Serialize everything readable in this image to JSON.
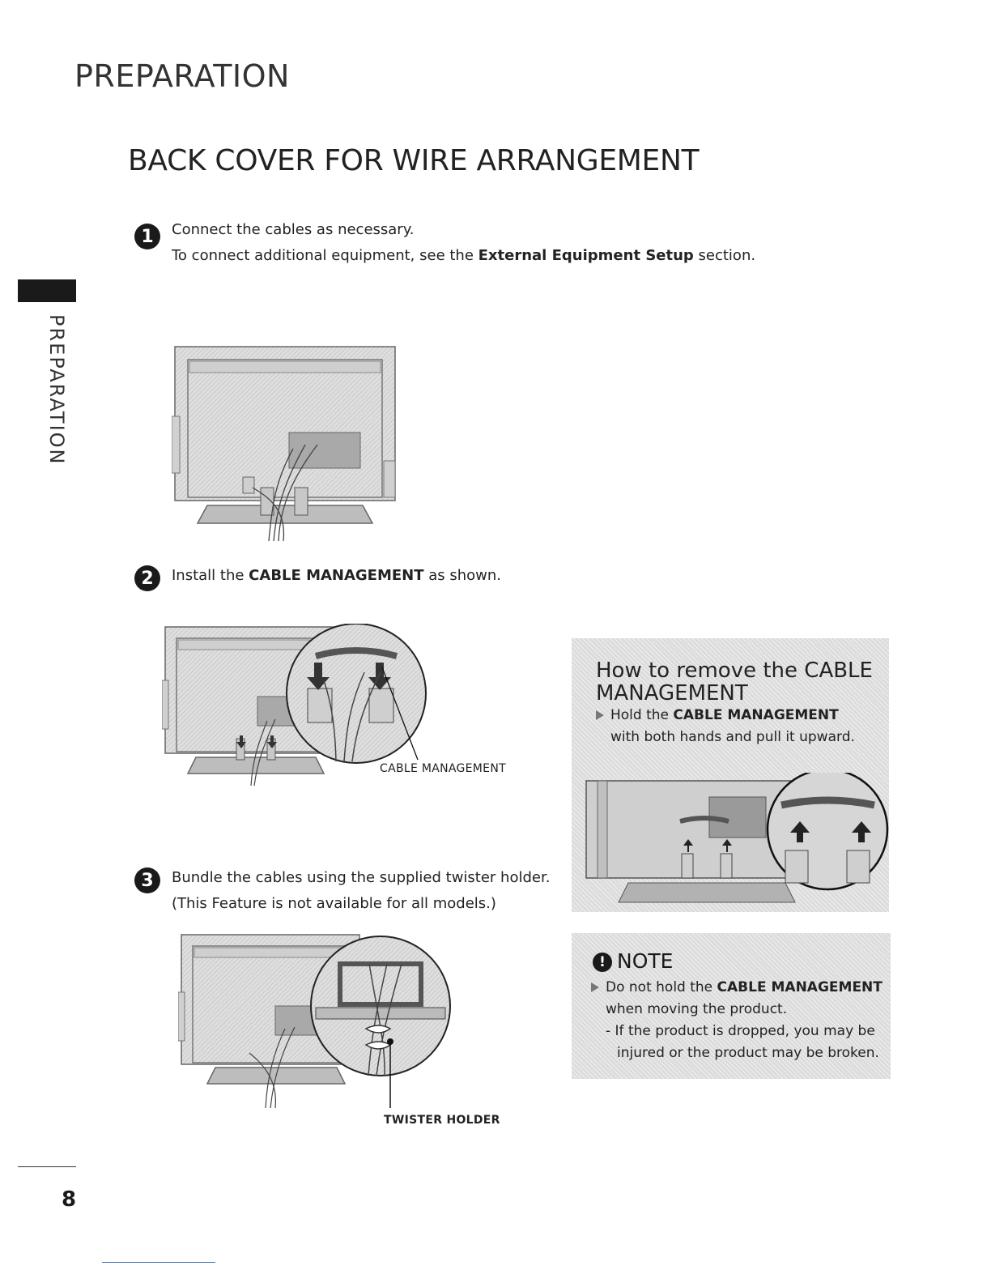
{
  "header": {
    "section": "PREPARATION"
  },
  "side_tab": {
    "label": "PREPARATION"
  },
  "title": "BACK COVER FOR WIRE ARRANGEMENT",
  "steps": [
    {
      "number": "1",
      "line1": "Connect the cables as necessary.",
      "line2_pre": "To connect additional equipment, see the ",
      "line2_bold": "External Equipment Setup",
      "line2_post": " section."
    },
    {
      "number": "2",
      "pre": "Install the ",
      "bold": "CABLE MANAGEMENT",
      "post": " as shown."
    },
    {
      "number": "3",
      "line1": "Bundle the cables using the supplied twister holder.",
      "line2": "(This Feature is not available for all models.)"
    }
  ],
  "figures": {
    "cable_management_label": "CABLE MANAGEMENT",
    "twister_holder_label": "TWISTER HOLDER"
  },
  "remove_panel": {
    "title_line1": "How to remove the CABLE",
    "title_line2": "MANAGEMENT",
    "text_pre": "Hold the ",
    "text_bold": "CABLE MANAGEMENT",
    "text_line2": "with both hands and pull it upward."
  },
  "note_panel": {
    "icon": "!",
    "title": "NOTE",
    "bullet_pre": "Do not hold the ",
    "bullet_bold": "CABLE MANAGEMENT",
    "bullet_line2": "when moving the product.",
    "sub_line1": "- If the product is dropped, you may be",
    "sub_line2": "injured or the product may be broken."
  },
  "footer": {
    "page_number": "8"
  }
}
